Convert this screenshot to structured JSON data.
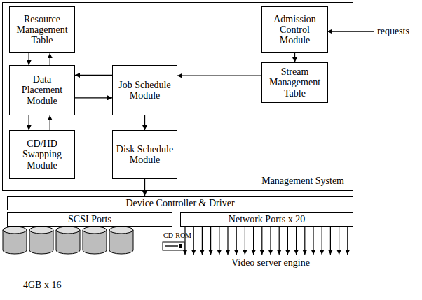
{
  "diagram": {
    "nodes": [
      {
        "text": [
          "Management System"
        ]
      },
      {
        "text": [
          "Resource Management Table"
        ],
        "in": 0
      },
      {
        "text": [
          "Admission Control Module"
        ],
        "in": 0
      },
      {
        "text": [
          "Data Placement Module"
        ],
        "in": 0
      },
      {
        "text": [
          "Job Schedule Module"
        ],
        "in": 0
      },
      {
        "text": [
          "Stream Management Table"
        ],
        "in": 0
      },
      {
        "text": [
          "CD/HD Swapping Module"
        ],
        "in": 0
      },
      {
        "text": [
          "Disk Schedule Module"
        ],
        "in": 0
      },
      {
        "text": [
          "Device Controller & Driver"
        ]
      },
      {
        "text": [
          "SCSI Ports"
        ]
      },
      {
        "text": [
          "Network Ports x 20"
        ]
      }
    ],
    "edges": [
      {
        "from": 1,
        "to": 3,
        "arrow": "to"
      },
      {
        "from": 3,
        "to": 1,
        "arrow": "to"
      },
      {
        "from": 2,
        "to": 5,
        "arrow": "to"
      },
      {
        "from": 5,
        "to": 4,
        "arrow": "to"
      },
      {
        "from": 4,
        "to": 3,
        "arrow": "to"
      },
      {
        "from": 3,
        "to": 4,
        "arrow": "to"
      },
      {
        "from": 3,
        "to": 6,
        "arrow": "to"
      },
      {
        "from": 6,
        "to": 3,
        "arrow": "to"
      },
      {
        "from": 4,
        "to": 7,
        "arrow": "to"
      },
      {
        "from": 7,
        "to": 8,
        "arrow": "to"
      }
    ],
    "labels": [
      "requests",
      "4GB x 16",
      "CD-ROM",
      "Video server engine"
    ]
  }
}
